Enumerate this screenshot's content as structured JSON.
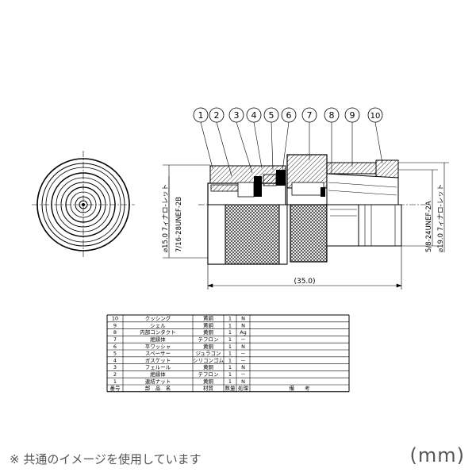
{
  "balloons": [
    "1",
    "2",
    "3",
    "4",
    "5",
    "6",
    "7",
    "8",
    "9",
    "10"
  ],
  "dimensions": {
    "left_top": "⌀15.0 7ィナロ-レット",
    "left_bottom": "7/16-28UNEF-2B",
    "right_top": "5/8-24UNEF-2A",
    "right_bottom": "⌀19.0 7ィナロ-レット",
    "overall_length": "(35.0)"
  },
  "parts_table": {
    "header": [
      "番号",
      "部　品　名",
      "材質",
      "数量",
      "処理",
      "備　　考"
    ],
    "rows": [
      [
        "10",
        "クッシング",
        "黄銅",
        "1",
        "N",
        ""
      ],
      [
        "9",
        "シェル",
        "黄銅",
        "1",
        "N",
        ""
      ],
      [
        "8",
        "内部コンタクト",
        "黄銅",
        "1",
        "Ag",
        ""
      ],
      [
        "7",
        "絶縁体",
        "テフロン",
        "1",
        "－",
        ""
      ],
      [
        "6",
        "平ワッシャ",
        "黄銅",
        "1",
        "N",
        ""
      ],
      [
        "5",
        "スペーサー",
        "ジュラコン",
        "1",
        "－",
        ""
      ],
      [
        "4",
        "ガスケット",
        "シリコンゴム",
        "1",
        "－",
        ""
      ],
      [
        "3",
        "フェルール",
        "黄銅",
        "1",
        "N",
        ""
      ],
      [
        "2",
        "絶縁体",
        "テフロン",
        "1",
        "－",
        ""
      ],
      [
        "1",
        "連結ナット",
        "黄銅",
        "1",
        "N",
        ""
      ]
    ]
  },
  "footer_note": "※ 共通のイメージを使用しています",
  "unit_label": "(mm)"
}
